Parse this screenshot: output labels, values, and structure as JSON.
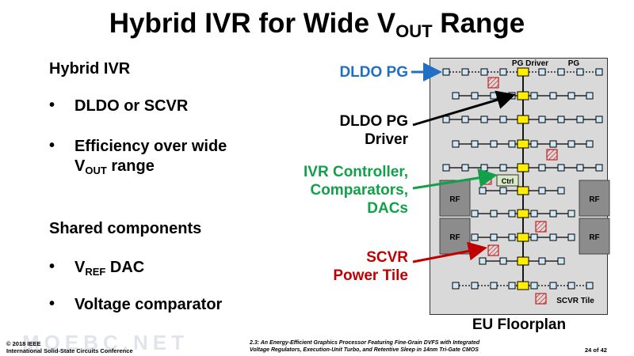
{
  "title": {
    "main": "Hybrid IVR for Wide V",
    "sub": "OUT",
    "end": " Range"
  },
  "left": {
    "heading1": "Hybrid IVR",
    "bullet1": "DLDO or SCVR",
    "bullet2_line1": "Efficiency over wide",
    "bullet2_line2_pre": "V",
    "bullet2_line2_sub": "OUT",
    "bullet2_line2_post": " range",
    "heading2": "Shared components",
    "bullet3_pre": "V",
    "bullet3_sub": "REF",
    "bullet3_post": " DAC",
    "bullet4": "Voltage comparator",
    "bullet_glyph": "•"
  },
  "labels": {
    "dldo_pg": "DLDO PG",
    "dldo_driver_1": "DLDO PG",
    "dldo_driver_2": "Driver",
    "ivr_1": "IVR Controller,",
    "ivr_2": "Comparators,",
    "ivr_3": "DACs",
    "scvr_1": "SCVR",
    "scvr_2": "Power Tile"
  },
  "floorplan": {
    "pg_driver": "PG Driver",
    "pg": "PG",
    "ctrl": "Ctrl",
    "rf": "RF",
    "scvr_tile": "SCVR Tile",
    "caption": "EU Floorplan"
  },
  "colors": {
    "blue": "#1f6fc5",
    "green": "#13a04b",
    "red": "#c00000",
    "yellow": "#ffee00"
  },
  "footer": {
    "left_1": "© 2018 IEEE",
    "left_2": "International Solid-State Circuits Conference",
    "mid_1": "2.3: An Energy-Efficient Graphics Processor Featuring Fine-Grain DVFS with Integrated",
    "mid_2": "Voltage Regulators, Execution-Unit Turbo, and Retentive Sleep in 14nm Tri-Gate CMOS",
    "page": "24 of 42",
    "watermark": "MOEBC.NET"
  }
}
